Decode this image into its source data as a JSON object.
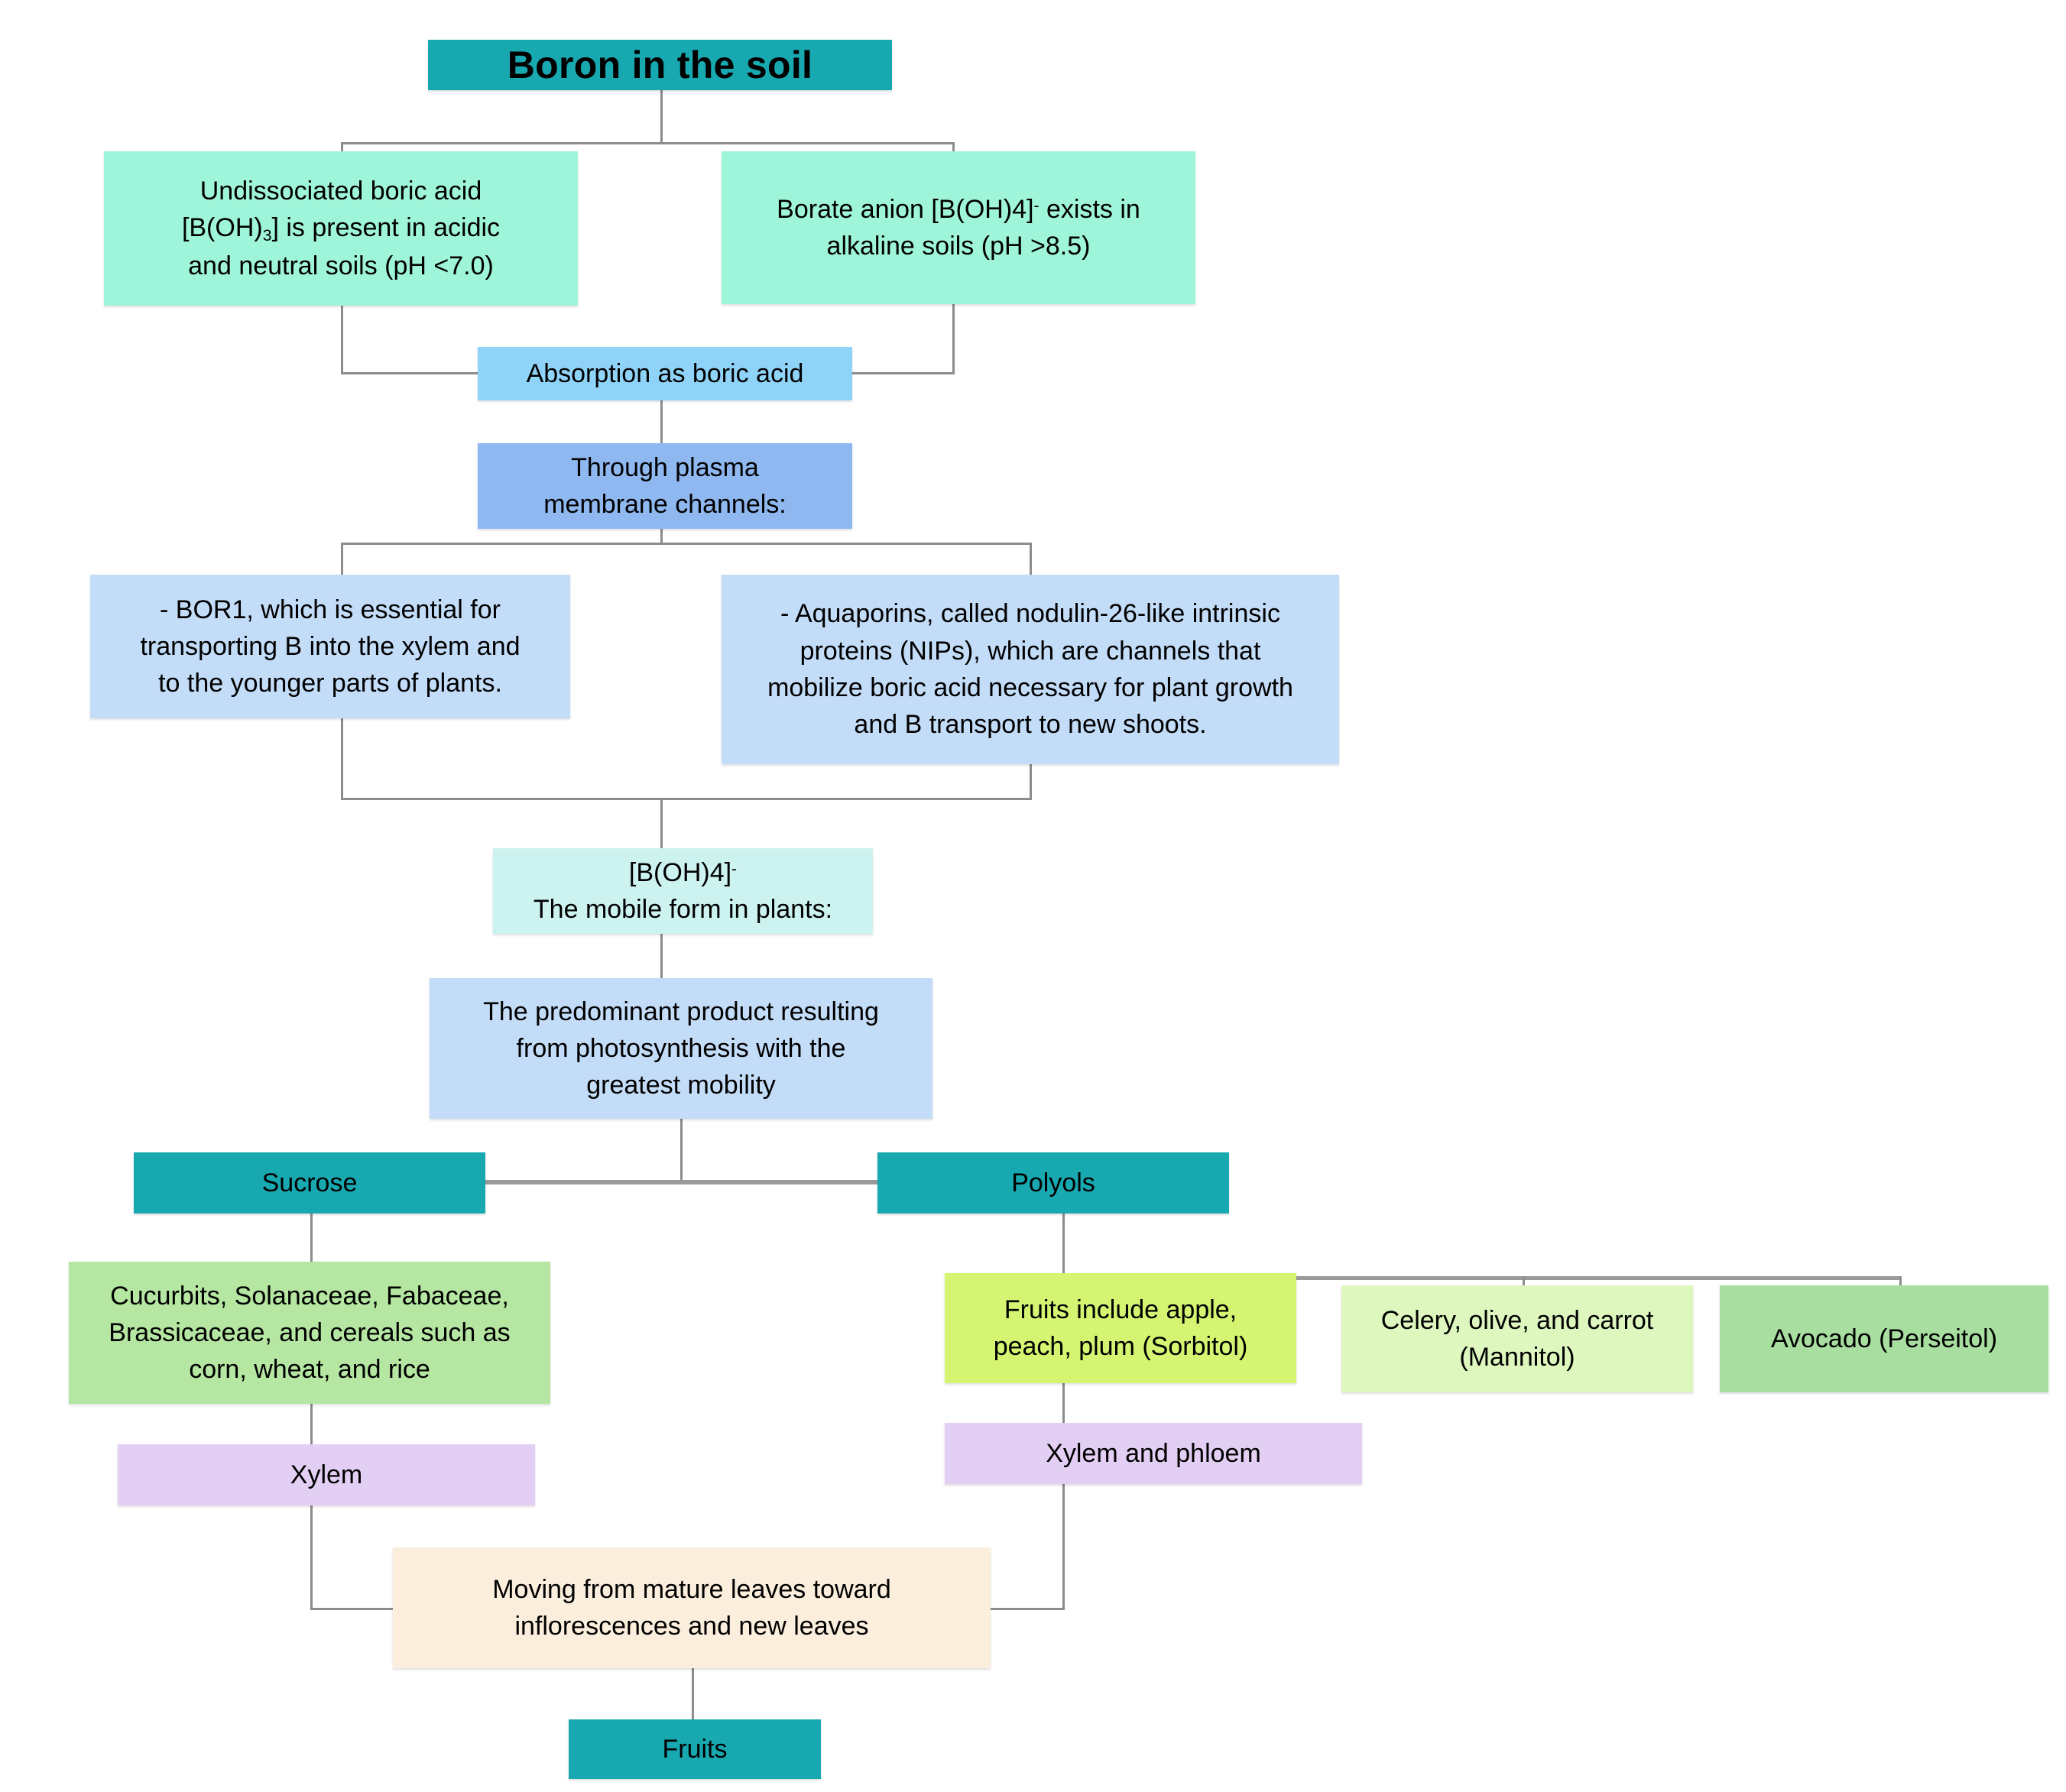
{
  "diagram": {
    "title": "Boron in the soil",
    "colors": {
      "teal": "#17A8B0",
      "mint": "#9FF5D9",
      "sky_blue": "#8FD4F8",
      "medium_blue": "#8FB8F0",
      "light_blue": "#C3DCF8",
      "pale_cyan": "#CDF3F0",
      "green": "#B5E6A2",
      "bright_green": "#D4F472",
      "pale_green": "#DDF7BE",
      "mid_green": "#A8DFA0",
      "lavender": "#E2CFF3",
      "cream": "#FCEEDD",
      "connector": "#8C8C8C"
    },
    "nodes": {
      "title": "Boron in the soil",
      "boric_acid_acidic": {
        "line1": "Undissociated boric acid",
        "line2_pre": "[B(OH)",
        "line2_sub": "3",
        "line2_post": "] is present in acidic",
        "line3": "and neutral soils (pH <7.0)"
      },
      "borate_alkaline": {
        "line1_pre": "Borate anion [B(OH)4]",
        "line1_sup": "-",
        "line1_post": " exists in",
        "line2": "alkaline soils (pH >8.5)"
      },
      "absorption": "Absorption as boric acid",
      "plasma_membrane": {
        "line1": "Through plasma",
        "line2": "membrane channels:"
      },
      "bor1": {
        "line1": "- BOR1, which is essential for",
        "line2": "transporting B into the xylem and",
        "line3": "to the younger parts of plants."
      },
      "aquaporins": {
        "line1": "- Aquaporins, called nodulin-26-like intrinsic",
        "line2": "proteins (NIPs), which are channels that",
        "line3": "mobilize boric acid necessary for plant growth",
        "line4": "and B transport to new shoots."
      },
      "mobile_form": {
        "line1_pre": "[B(OH)4]",
        "line1_sup": "-",
        "line2": "The mobile form in plants:"
      },
      "predominant_product": {
        "line1": "The predominant product resulting",
        "line2": "from photosynthesis with the",
        "line3": "greatest mobility"
      },
      "sucrose": "Sucrose",
      "polyols": "Polyols",
      "sucrose_species": {
        "line1": "Cucurbits, Solanaceae, Fabaceae,",
        "line2": "Brassicaceae, and cereals such as",
        "line3": "corn, wheat, and rice"
      },
      "sorbitol": {
        "line1": "Fruits include apple,",
        "line2": "peach, plum (Sorbitol)"
      },
      "mannitol": {
        "line1": "Celery, olive, and carrot",
        "line2": "(Mannitol)"
      },
      "perseitol": "Avocado (Perseitol)",
      "xylem": "Xylem",
      "xylem_phloem": "Xylem and phloem",
      "moving": {
        "line1": "Moving from mature leaves toward",
        "line2": "inflorescences and new leaves"
      },
      "fruits": "Fruits"
    }
  }
}
